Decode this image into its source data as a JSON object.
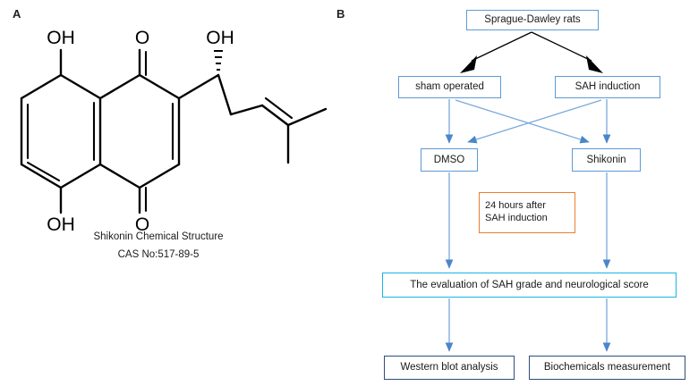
{
  "figure": {
    "panel_a_label": "A",
    "panel_b_label": "B"
  },
  "panel_a": {
    "title": "Shikonin Chemical Structure",
    "cas": "CAS No:517-89-5",
    "molecule": "shikonin",
    "atom_labels": {
      "oh_top_left": "OH",
      "o_top_quinone": "O",
      "oh_side_chain": "OH",
      "oh_bottom_left": "OH",
      "o_bottom_quinone": "O"
    },
    "bond_color": "#000000"
  },
  "panel_b": {
    "nodes": {
      "rats": "Sprague-Dawley rats",
      "sham": "sham operated",
      "sah": "SAH induction",
      "dmso": "DMSO",
      "shikonin": "Shikonin",
      "timepoint": "24 hours after\nSAH induction",
      "evaluation": "The evaluation of SAH grade and neurological score",
      "western_blot": "Western blot analysis",
      "biochemicals": "Biochemicals measurement"
    },
    "colors": {
      "blue_border": "#5b9bd5",
      "orange_border": "#ed7d31",
      "cyan_border": "#17b5e8",
      "navy_border": "#2f4d7a",
      "blue_arrow": "#4a86c8",
      "black_arrow": "#000000"
    }
  }
}
